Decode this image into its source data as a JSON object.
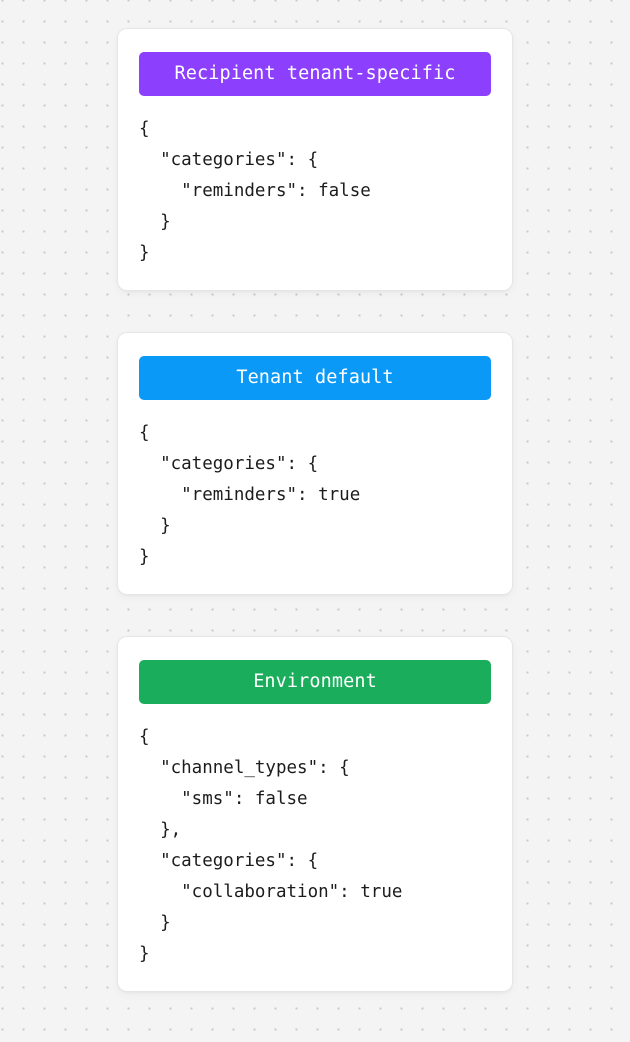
{
  "theme": {
    "background_color": "#f4f4f4",
    "dot_color": "#c9c9c9",
    "card_background": "#ffffff",
    "code_text_color": "#1c1c1c",
    "header_text_color": "#ffffff"
  },
  "cards": [
    {
      "header_label": "Recipient tenant-specific",
      "header_color": "#8c3ffc",
      "code_lines": [
        "{",
        "  \"categories\": {",
        "    \"reminders\": false",
        "  }",
        "}"
      ]
    },
    {
      "header_label": "Tenant default",
      "header_color": "#0b99f7",
      "code_lines": [
        "{",
        "  \"categories\": {",
        "    \"reminders\": true",
        "  }",
        "}"
      ]
    },
    {
      "header_label": "Environment",
      "header_color": "#1aad5b",
      "code_lines": [
        "{",
        "  \"channel_types\": {",
        "    \"sms\": false",
        "  },",
        "  \"categories\": {",
        "    \"collaboration\": true",
        "  }",
        "}"
      ]
    }
  ]
}
